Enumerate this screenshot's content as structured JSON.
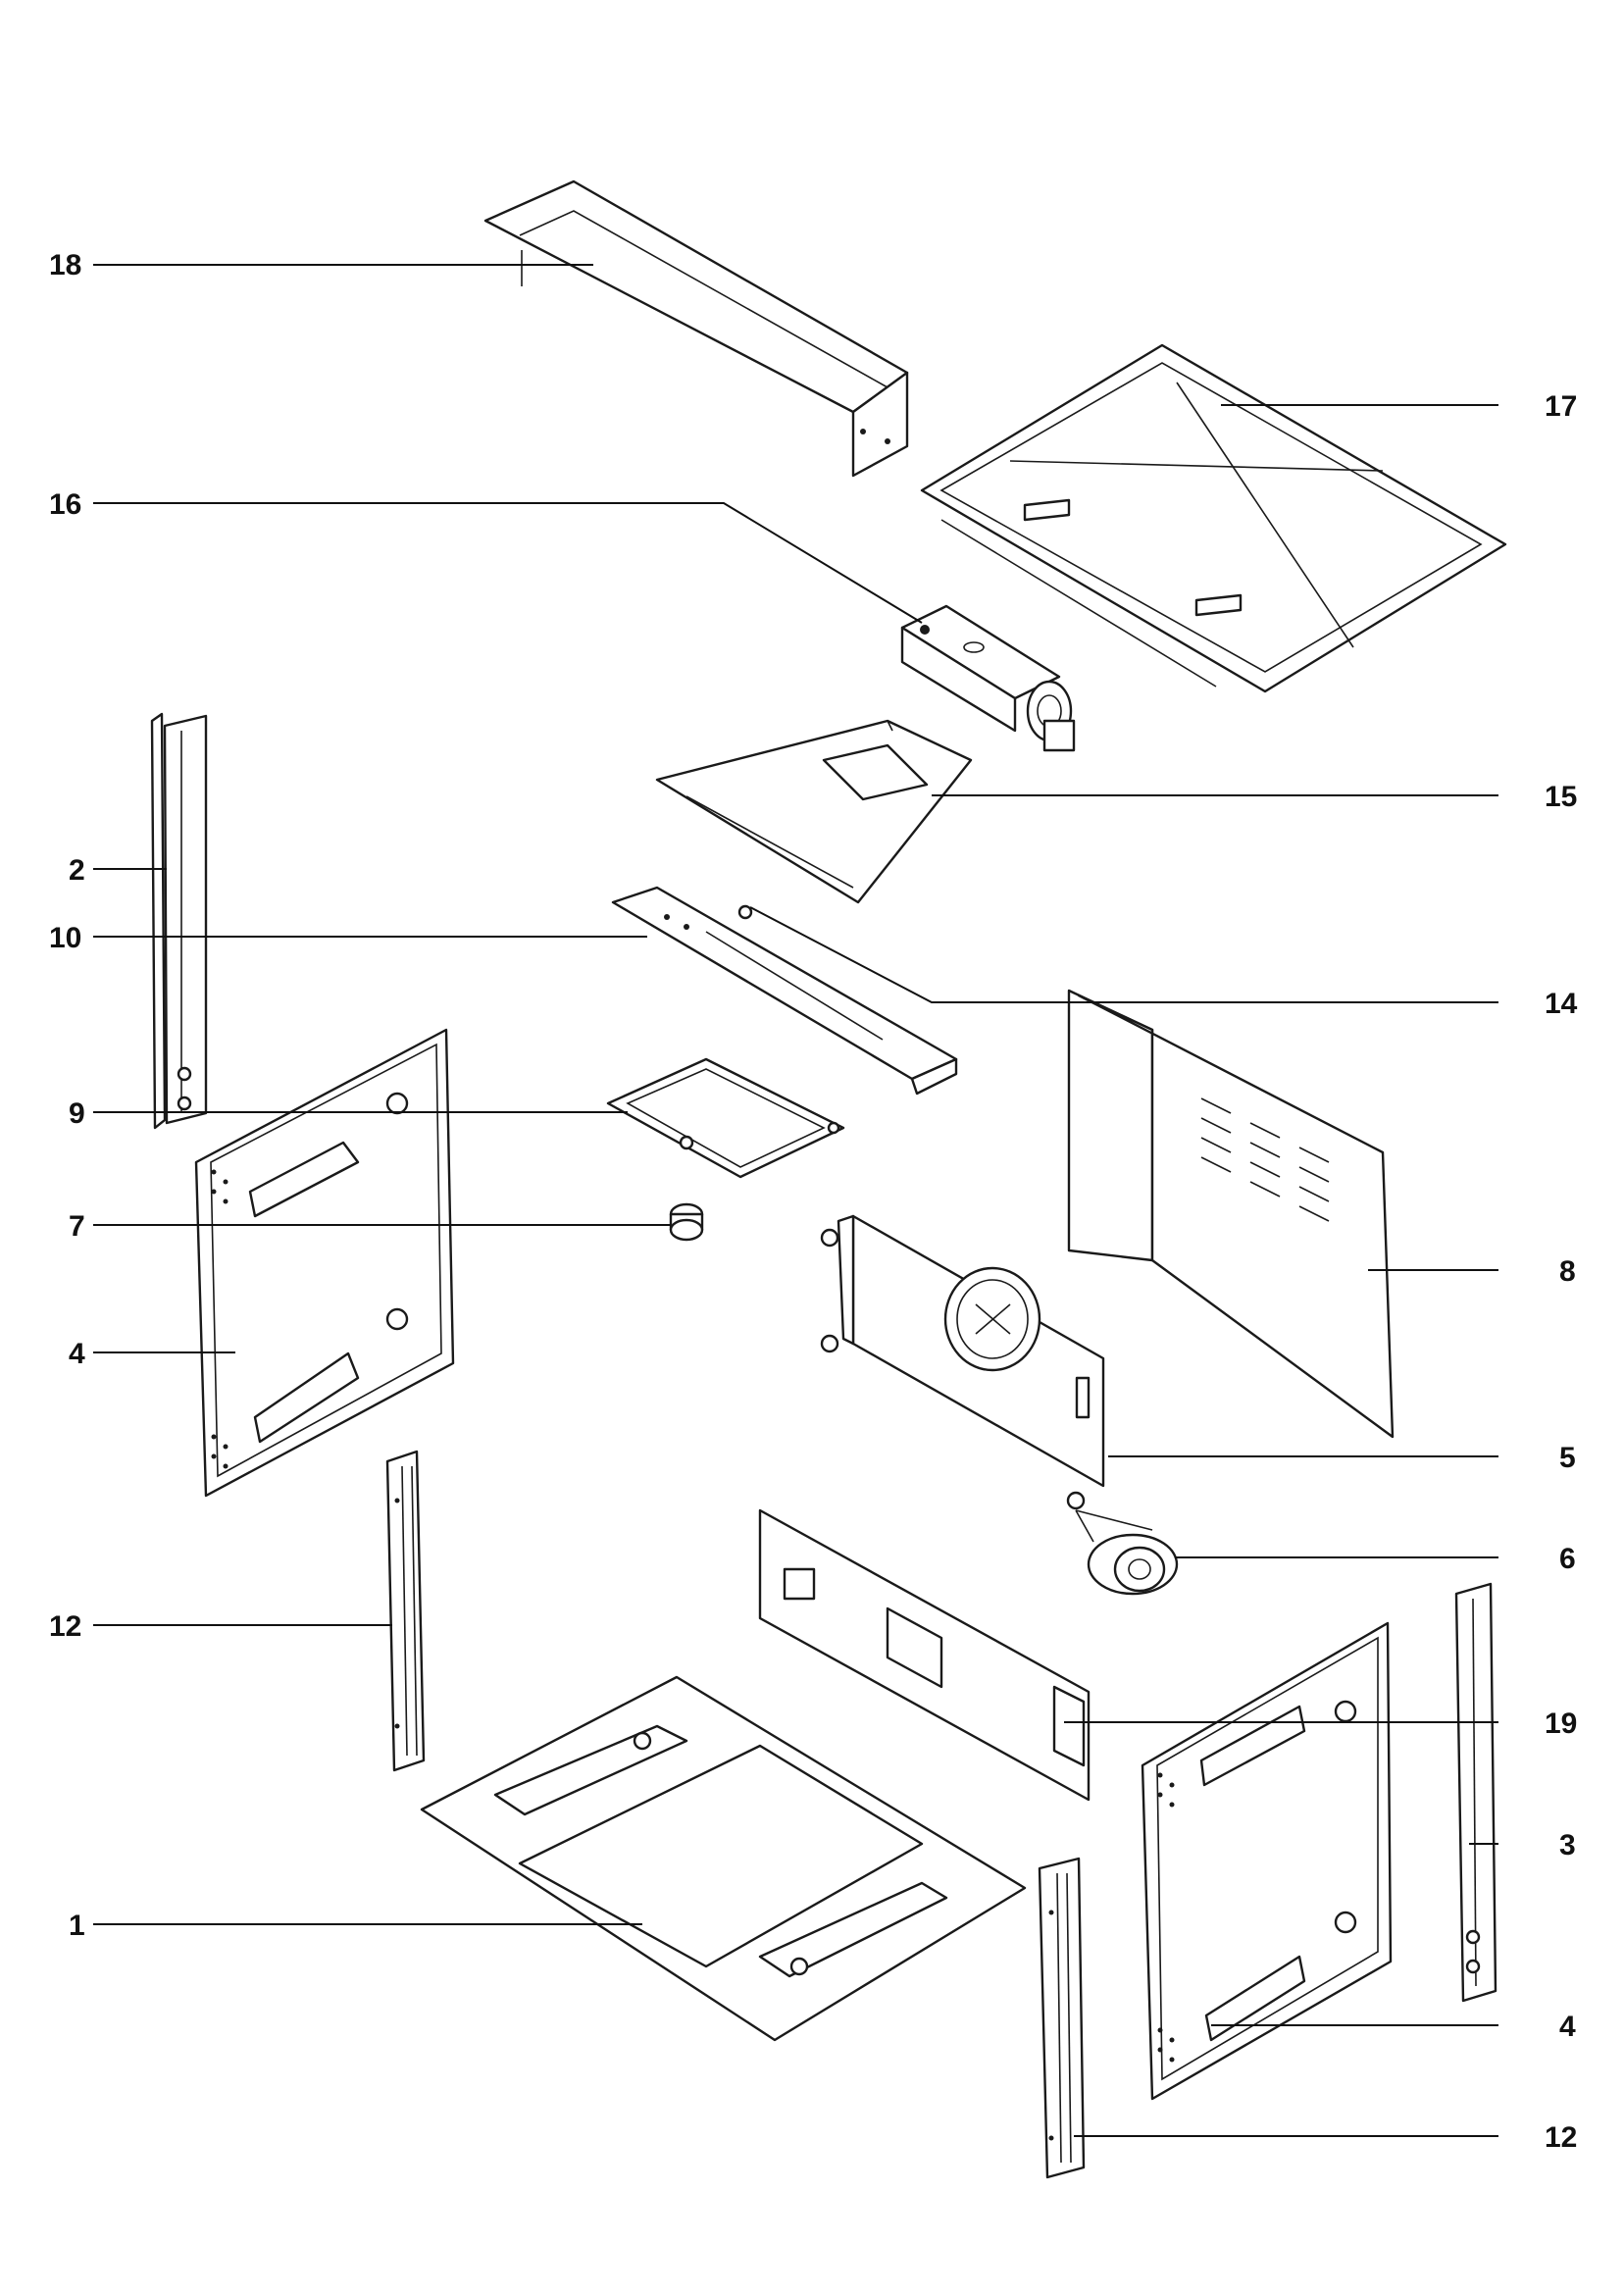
{
  "callouts": [
    {
      "id": "c18",
      "label": "18"
    },
    {
      "id": "c17",
      "label": "17"
    },
    {
      "id": "c16",
      "label": "16"
    },
    {
      "id": "c15",
      "label": "15"
    },
    {
      "id": "c2",
      "label": "2"
    },
    {
      "id": "c10",
      "label": "10"
    },
    {
      "id": "c14",
      "label": "14"
    },
    {
      "id": "c9",
      "label": "9"
    },
    {
      "id": "c7",
      "label": "7"
    },
    {
      "id": "c8",
      "label": "8"
    },
    {
      "id": "c4a",
      "label": "4"
    },
    {
      "id": "c5",
      "label": "5"
    },
    {
      "id": "c6",
      "label": "6"
    },
    {
      "id": "c12a",
      "label": "12"
    },
    {
      "id": "c19",
      "label": "19"
    },
    {
      "id": "c3",
      "label": "3"
    },
    {
      "id": "c1",
      "label": "1"
    },
    {
      "id": "c4b",
      "label": "4"
    },
    {
      "id": "c12b",
      "label": "12"
    }
  ],
  "colors": {
    "line": "#111111",
    "background": "#ffffff"
  }
}
